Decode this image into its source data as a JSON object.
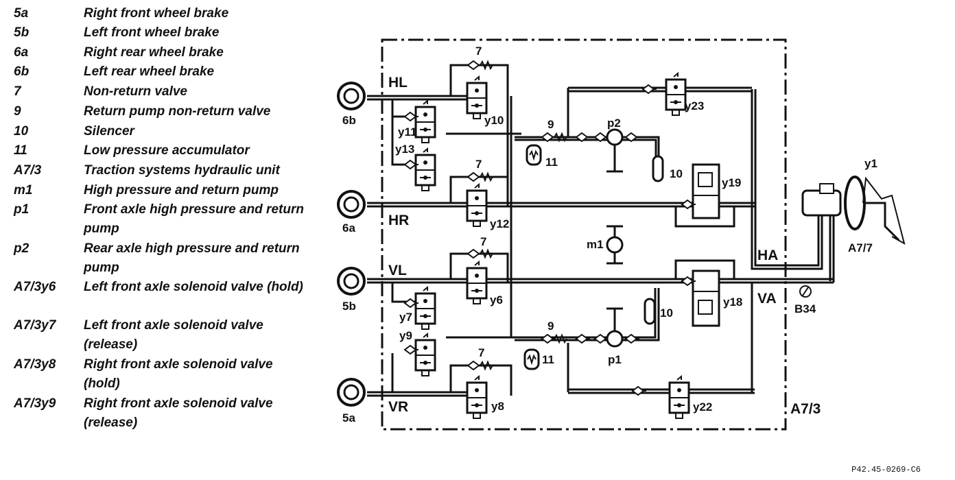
{
  "legend": [
    {
      "code": "5a",
      "desc": "Right front wheel brake"
    },
    {
      "code": "5b",
      "desc": "Left front wheel brake"
    },
    {
      "code": "6a",
      "desc": "Right rear wheel brake"
    },
    {
      "code": "6b",
      "desc": "Left rear wheel brake"
    },
    {
      "code": "7",
      "desc": "Non-return valve"
    },
    {
      "code": "9",
      "desc": "Return pump non-return valve"
    },
    {
      "code": "10",
      "desc": "Silencer"
    },
    {
      "code": "11",
      "desc": "Low pressure accumulator"
    },
    {
      "code": "A7/3",
      "desc": "Traction systems hydraulic unit"
    },
    {
      "code": "m1",
      "desc": "High pressure and return pump"
    },
    {
      "code": "p1",
      "desc": "Front axle high pressure and return pump"
    },
    {
      "code": "p2",
      "desc": "Rear axle high pressure and return pump"
    },
    {
      "code": "A7/3y6",
      "desc": "Left front axle solenoid valve (hold)"
    },
    {
      "code": "A7/3y7",
      "desc": "Left front axle solenoid valve (release)"
    },
    {
      "code": "A7/3y8",
      "desc": "Right front axle solenoid valve (hold)"
    },
    {
      "code": "A7/3y9",
      "desc": "Right front axle solenoid valve (release)"
    }
  ],
  "diagram": {
    "wheels": {
      "w6b": "6b",
      "w6a": "6a",
      "w5b": "5b",
      "w5a": "5a"
    },
    "circuits": {
      "hl": "HL",
      "hr": "HR",
      "vl": "VL",
      "vr": "VR",
      "ha": "HA",
      "va": "VA"
    },
    "valves": {
      "y10": "y10",
      "y11": "y11",
      "y13": "y13",
      "y12": "y12",
      "y6": "y6",
      "y7": "y7",
      "y9": "y9",
      "y8": "y8",
      "y23": "y23",
      "y22": "y22",
      "y19": "y19",
      "y18": "y18"
    },
    "components": {
      "nrv": "7",
      "rpnrv": "9",
      "silencer": "10",
      "accum": "11",
      "p1": "p1",
      "p2": "p2",
      "m1": "m1",
      "unit": "A7/3",
      "booster": "A7/7",
      "y1": "y1",
      "b34": "B34"
    }
  },
  "reference": "P42.45-0269-C6"
}
